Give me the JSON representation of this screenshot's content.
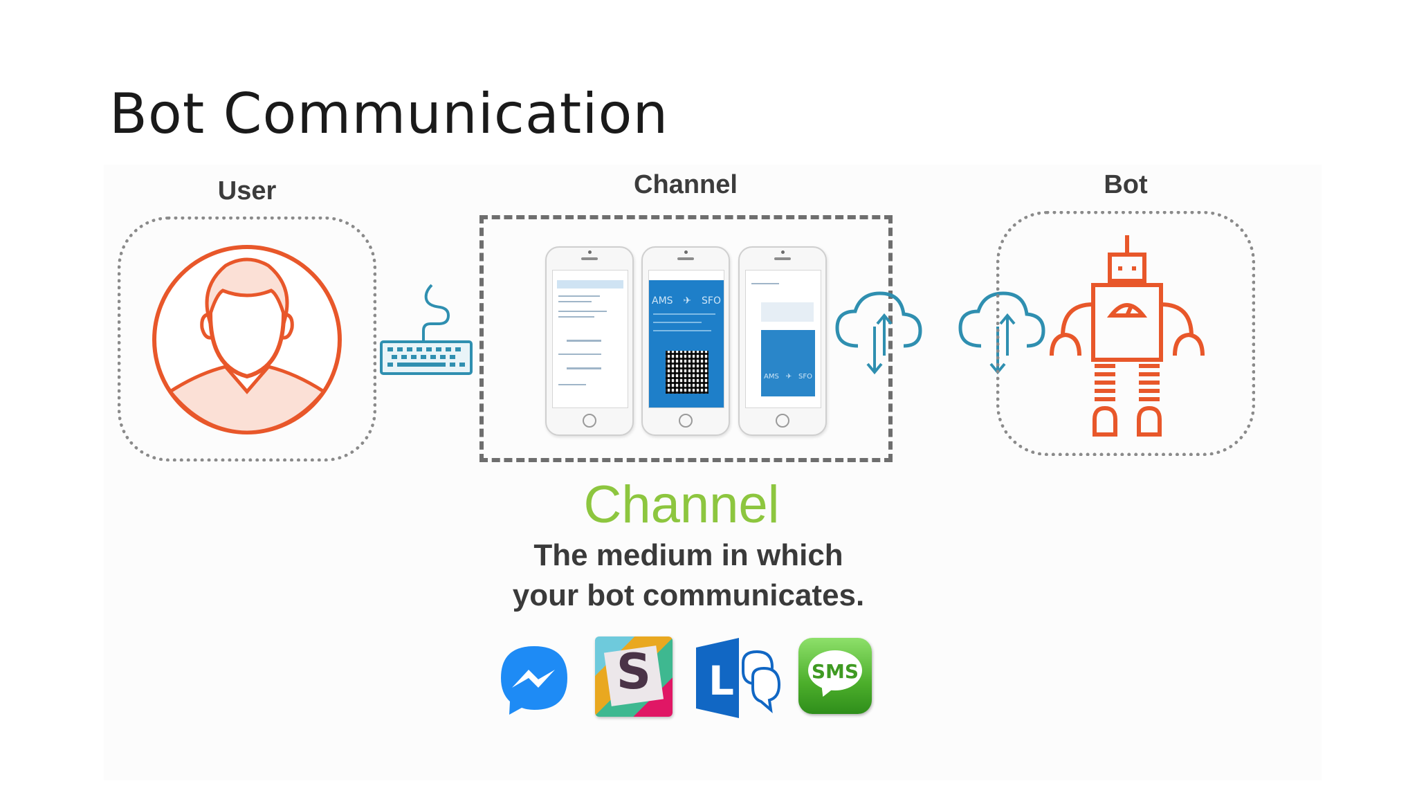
{
  "title": "Bot Communication",
  "diagram": {
    "labels": {
      "user": "User",
      "channel": "Channel",
      "bot": "Bot"
    },
    "channel_word": "Channel",
    "channel_description_line1": "The medium in which",
    "channel_description_line2": "your bot communicates.",
    "phones": {
      "phone2": {
        "from": "AMS",
        "to": "SFO"
      },
      "phone3": {
        "from": "AMS",
        "to": "SFO"
      }
    },
    "sms_icon_text": "SMS",
    "slack_icon_letter": "S",
    "lync_icon_letter": "L"
  },
  "colors": {
    "accent_orange": "#e8572a",
    "accent_teal": "#2f8fb0",
    "channel_green": "#8dc63f",
    "messenger_blue": "#1e8bf5",
    "sms_green": "#4cae2b"
  },
  "icons": [
    "user-avatar-icon",
    "keyboard-icon",
    "cloud-upload-download-icon",
    "robot-icon",
    "messenger-icon",
    "slack-icon",
    "lync-icon",
    "sms-icon"
  ]
}
